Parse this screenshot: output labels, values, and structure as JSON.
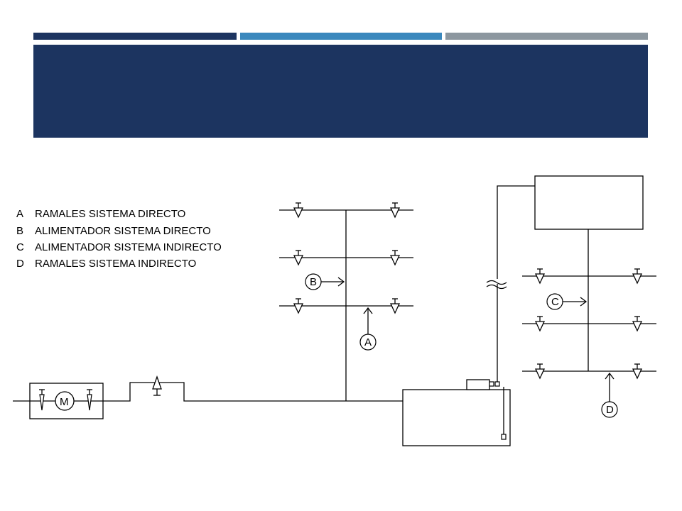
{
  "theme": {
    "bar_colors": [
      "#1c3460",
      "#3b88bd",
      "#8c979f"
    ],
    "title_band_color": "#1c3460",
    "line_color": "#000000"
  },
  "legend": [
    {
      "letter": "A",
      "text": "RAMALES SISTEMA DIRECTO"
    },
    {
      "letter": "B",
      "text": "ALIMENTADOR SISTEMA DIRECTO"
    },
    {
      "letter": "C",
      "text": "ALIMENTADOR SISTEMA INDIRECTO"
    },
    {
      "letter": "D",
      "text": "RAMALES SISTEMA INDIRECTO"
    }
  ],
  "markers": {
    "a": "A",
    "b": "B",
    "c": "C",
    "d": "D",
    "motor": "M"
  },
  "icons": {
    "faucet": "faucet-icon",
    "motor": "motor-pump-icon",
    "valve": "valve-icon",
    "break": "pipe-break-icon"
  }
}
